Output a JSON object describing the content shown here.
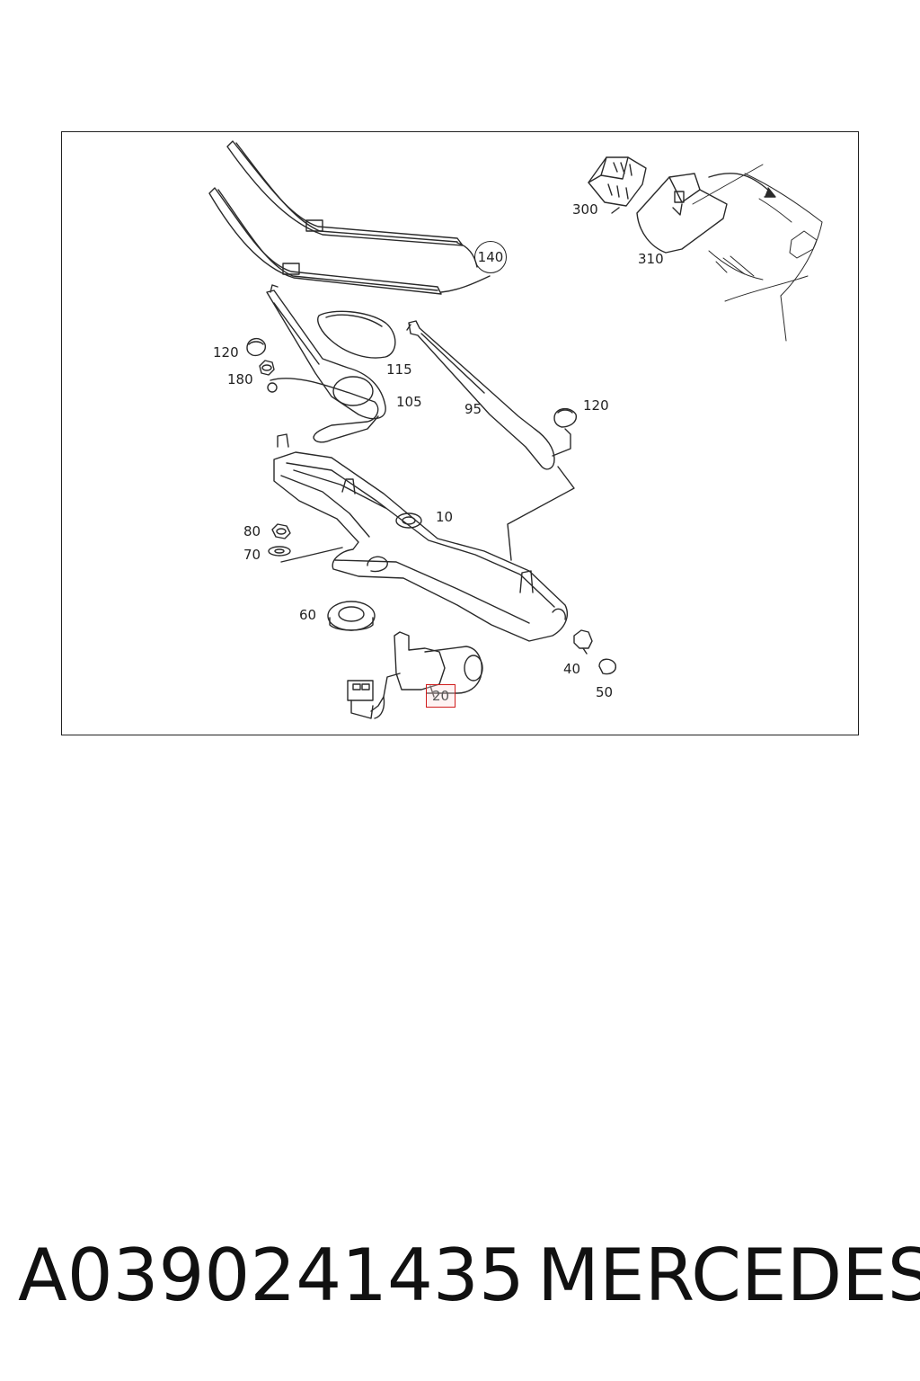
{
  "diagram": {
    "callouts": [
      {
        "id": "c300",
        "label": "300"
      },
      {
        "id": "c310",
        "label": "310"
      },
      {
        "id": "c140",
        "label": "140"
      },
      {
        "id": "c120a",
        "label": "120"
      },
      {
        "id": "c180",
        "label": "180"
      },
      {
        "id": "c115",
        "label": "115"
      },
      {
        "id": "c105",
        "label": "105"
      },
      {
        "id": "c95",
        "label": "95"
      },
      {
        "id": "c120b",
        "label": "120"
      },
      {
        "id": "c10",
        "label": "10"
      },
      {
        "id": "c80",
        "label": "80"
      },
      {
        "id": "c70",
        "label": "70"
      },
      {
        "id": "c60",
        "label": "60"
      },
      {
        "id": "c40",
        "label": "40"
      },
      {
        "id": "c50",
        "label": "50"
      },
      {
        "id": "c20",
        "label": "20"
      }
    ],
    "highlighted_part": "20",
    "highlight_color": "#d01c1c"
  },
  "footer": {
    "part_number": "A0390241435",
    "brand": "MERCEDES"
  }
}
